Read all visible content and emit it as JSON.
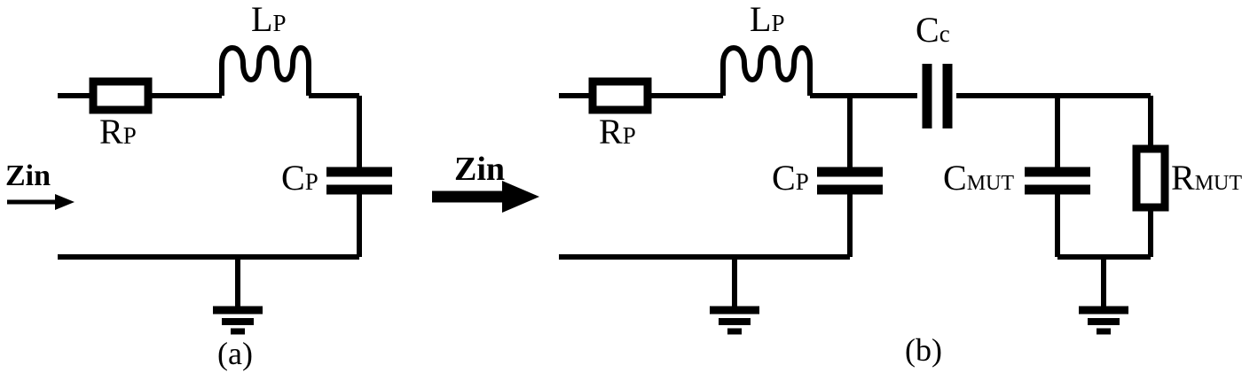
{
  "figure": {
    "kind": "electrical-schematic",
    "description": "Two equivalent circuit models: (a) probe-only model, (b) probe coupled to MUT",
    "panels": [
      {
        "id": "a",
        "caption": "(a)",
        "port_label": "Zin",
        "components": [
          {
            "name": "RP",
            "type": "resistor",
            "orientation": "horizontal",
            "base": "R",
            "sub": "P"
          },
          {
            "name": "LP",
            "type": "inductor",
            "orientation": "horizontal",
            "base": "L",
            "sub": "P",
            "loops": 3
          },
          {
            "name": "CP",
            "type": "capacitor",
            "orientation": "vertical",
            "base": "C",
            "sub": "P"
          }
        ],
        "grounds": 1
      },
      {
        "id": "b",
        "caption": "(b)",
        "port_label": "Zin",
        "components": [
          {
            "name": "RP",
            "type": "resistor",
            "orientation": "horizontal",
            "base": "R",
            "sub": "P"
          },
          {
            "name": "LP",
            "type": "inductor",
            "orientation": "horizontal",
            "base": "L",
            "sub": "P",
            "loops": 3
          },
          {
            "name": "CP",
            "type": "capacitor",
            "orientation": "vertical",
            "base": "C",
            "sub": "P"
          },
          {
            "name": "Cc",
            "type": "capacitor",
            "orientation": "horizontal",
            "base": "C",
            "sub": "c"
          },
          {
            "name": "CMUT",
            "type": "capacitor",
            "orientation": "vertical",
            "base": "C",
            "sub": "MUT"
          },
          {
            "name": "RMUT",
            "type": "resistor",
            "orientation": "vertical",
            "base": "R",
            "sub": "MUT"
          }
        ],
        "grounds": 2
      }
    ],
    "transition_arrow_label": "Zin",
    "colors": {
      "line": "#000000",
      "background": "#ffffff"
    }
  },
  "labels": {
    "a_Lp_base": "L",
    "a_Lp_sub": "P",
    "a_Rp_base": "R",
    "a_Rp_sub": "P",
    "a_Cp_base": "C",
    "a_Cp_sub": "P",
    "a_zin": "Zin",
    "a_caption": "(a)",
    "mid_zin": "Zin",
    "b_Lp_base": "L",
    "b_Lp_sub": "P",
    "b_Rp_base": "R",
    "b_Rp_sub": "P",
    "b_Cp_base": "C",
    "b_Cp_sub": "P",
    "b_Cc_base": "C",
    "b_Cc_sub": "c",
    "b_Cmut_base": "C",
    "b_Cmut_sub": "MUT",
    "b_Rmut_base": "R",
    "b_Rmut_sub": "MUT",
    "b_caption": "(b)"
  }
}
